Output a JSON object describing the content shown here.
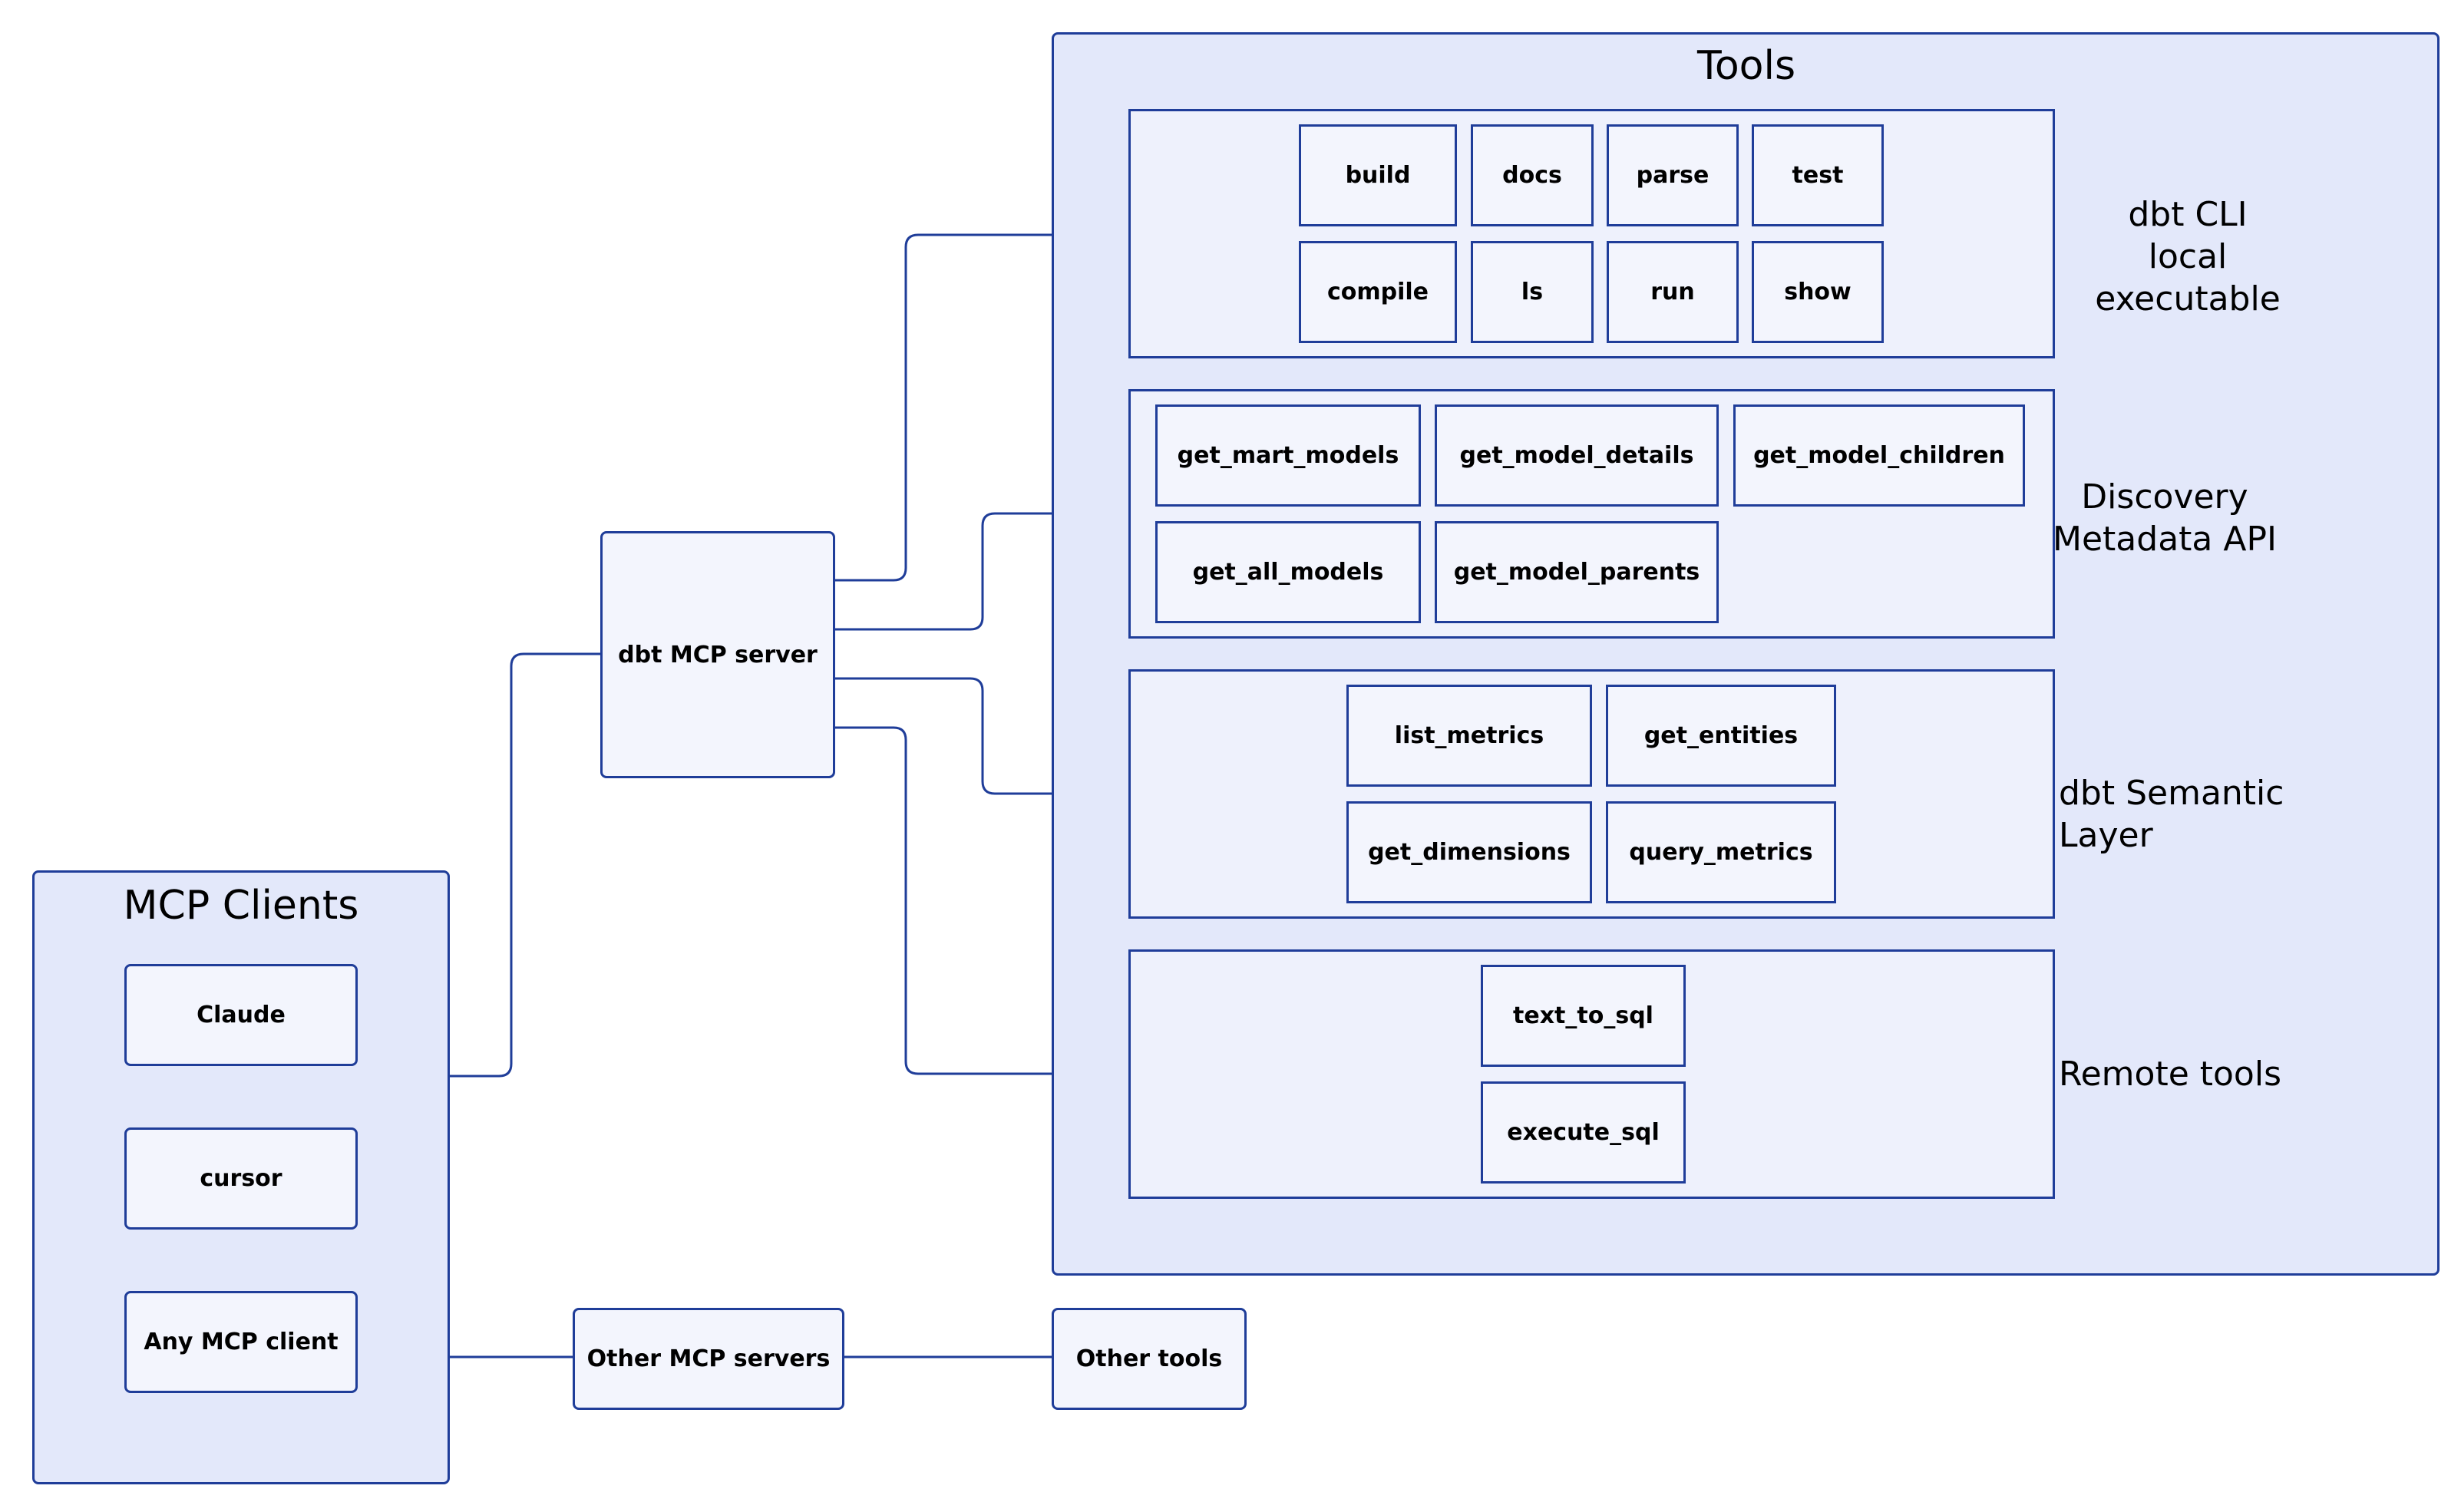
{
  "tools": {
    "title": "Tools",
    "sections": [
      {
        "label_line1": "dbt CLI",
        "label_line2": "local executable",
        "items": [
          "build",
          "docs",
          "parse",
          "test",
          "compile",
          "ls",
          "run",
          "show"
        ]
      },
      {
        "label_line1": "Discovery",
        "label_line2": "Metadata API",
        "items": [
          "get_mart_models",
          "get_model_details",
          "get_model_children",
          "get_all_models",
          "get_model_parents"
        ]
      },
      {
        "label_line1": "dbt Semantic Layer",
        "items": [
          "list_metrics",
          "get_entities",
          "get_dimensions",
          "query_metrics"
        ]
      },
      {
        "label_line1": "Remote tools",
        "items": [
          "text_to_sql",
          "execute_sql"
        ]
      }
    ]
  },
  "server": {
    "label": "dbt MCP server"
  },
  "clients": {
    "title": "MCP Clients",
    "items": [
      "Claude",
      "cursor",
      "Any MCP client"
    ]
  },
  "other_servers": {
    "label": "Other MCP servers"
  },
  "other_tools": {
    "label": "Other tools"
  },
  "colors": {
    "line": "#1f3d99",
    "panel_fill": "#e3e8fa",
    "box_fill": "#f3f5fd"
  }
}
